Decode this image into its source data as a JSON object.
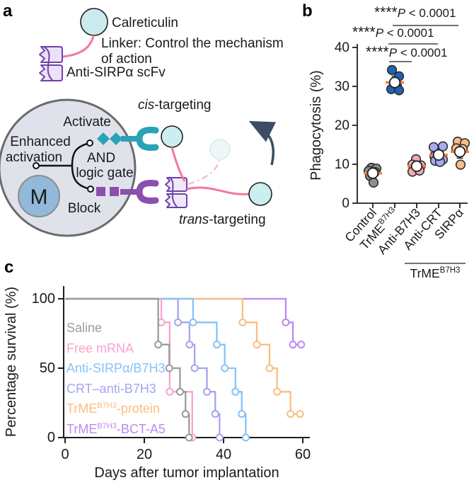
{
  "panel_a": {
    "label": "a",
    "calreticulin_label": "Calreticulin",
    "linker_line1": "Linker: Control the mechanism",
    "linker_line2": "of action",
    "scfv_label": "Anti-SIRPα scFv",
    "cis_italic": "cis",
    "cis_rest": "-targeting",
    "trans_italic": "trans",
    "trans_rest": "-targeting",
    "activate_label": "Activate",
    "block_label": "Block",
    "enhanced_line1": "Enhanced",
    "enhanced_line2": "activation",
    "and_line1": "AND",
    "and_line2": "logic gate",
    "macrophage_letter": "M",
    "colors": {
      "linker_pink": "#f4769b",
      "scfv_purple_stroke": "#7040a8",
      "scfv_purple_fill": "#eae2f7",
      "ligand_cyan": "#cdeef1",
      "cell_fill": "#dfe2eb",
      "cell_stroke": "#6b6b6b",
      "macrophage_blue": "#92b8da",
      "activate_teal": "#2fa8ba",
      "block_purple": "#9c63c2",
      "arrow_navy": "#3d4c66"
    }
  },
  "panel_b": {
    "label": "b"
  },
  "panel_c": {
    "label": "c"
  },
  "chart_data": [
    {
      "panel": "b",
      "type": "scatter",
      "title": "",
      "xlabel": "",
      "ylabel": "Phagocytosis (%)",
      "ylim": [
        0,
        40
      ],
      "yticks": [
        "0",
        "10",
        "20",
        "30",
        "40"
      ],
      "mean_line_color": "#f87d2c",
      "point_stroke": "#2b2b2b",
      "groups": [
        {
          "label": "Control",
          "label_sup": "",
          "color": "#8f8f8f",
          "points": [
            [
              -2,
              9.1
            ],
            [
              5,
              8.9
            ],
            [
              -6,
              8.3
            ],
            [
              3,
              8.0
            ],
            [
              -4,
              7.0
            ],
            [
              1,
              5.3
            ]
          ],
          "mean": 7.7
        },
        {
          "label": "TrME",
          "label_sup": "B7H3",
          "color": "#1e64b4",
          "points": [
            [
              -4,
              34.2
            ],
            [
              6,
              32.6
            ],
            [
              3,
              30.2
            ],
            [
              -5,
              29.3
            ],
            [
              6,
              29.0
            ]
          ],
          "mean": 31.0
        },
        {
          "label": "Anti-B7H3",
          "label_sup": "",
          "color": "#f2a9b6",
          "points": [
            [
              -1,
              11.3
            ],
            [
              -6,
              9.9
            ],
            [
              6,
              9.7
            ],
            [
              -6,
              8.1
            ],
            [
              4,
              8.4
            ]
          ],
          "mean": 9.5
        },
        {
          "label": "Anti-CRT",
          "label_sup": "",
          "color": "#a7aaee",
          "points": [
            [
              -7,
              14.4
            ],
            [
              6,
              14.6
            ],
            [
              -6,
              12.1
            ],
            [
              -5,
              10.9
            ],
            [
              6,
              11.2
            ],
            [
              2,
              10.6
            ]
          ],
          "mean": 12.4
        },
        {
          "label": "SIRPα",
          "label_sup": "",
          "color": "#f8bd85",
          "points": [
            [
              -3,
              15.8
            ],
            [
              7,
              15.4
            ],
            [
              -5,
              14.1
            ],
            [
              4,
              13.9
            ],
            [
              1,
              9.9
            ]
          ],
          "mean": 13.2
        }
      ],
      "significance": [
        {
          "stars": "****",
          "p": "P",
          "rest": " < 0.0001",
          "compares": [
            "TrME B7H3",
            "SIRPα"
          ]
        },
        {
          "stars": "****",
          "p": "P",
          "rest": " < 0.0001",
          "compares": [
            "TrME B7H3",
            "Anti-CRT"
          ]
        },
        {
          "stars": "****",
          "p": "P",
          "rest": " < 0.0001",
          "compares": [
            "TrME B7H3",
            "Anti-B7H3"
          ]
        }
      ],
      "bracket_label": {
        "pre": "TrME",
        "sup": "B7H3"
      }
    },
    {
      "panel": "c",
      "type": "line",
      "subtype": "kaplan-meier-survival",
      "title": "",
      "xlabel": "Days after tumor implantation",
      "ylabel": "Percentage survival (%)",
      "xlim": [
        0,
        60
      ],
      "ylim": [
        0,
        100
      ],
      "xticks": [
        "0",
        "20",
        "40",
        "60"
      ],
      "yticks": [
        "0",
        "50",
        "100"
      ],
      "legend_position": "inside upper-left",
      "series": [
        {
          "label": "Saline",
          "color": "#9b9b9b",
          "events": [
            [
              23.5,
              67
            ],
            [
              26.3,
              50
            ],
            [
              29,
              33
            ],
            [
              30.4,
              17
            ],
            [
              31.3,
              0
            ]
          ],
          "end_day": 31.3
        },
        {
          "label": "Free mRNA",
          "color": "#f8a3ce",
          "events": [
            [
              24.3,
              83
            ],
            [
              26.4,
              33
            ],
            [
              32.1,
              0
            ]
          ],
          "end_day": 32.1
        },
        {
          "label": "Anti-SIRPα/B7H3",
          "color": "#87c2f6",
          "events": [
            [
              32.3,
              83
            ],
            [
              38.3,
              67
            ],
            [
              40.3,
              50
            ],
            [
              43,
              33
            ],
            [
              44.6,
              17
            ],
            [
              45.6,
              0
            ]
          ],
          "end_day": 45.6
        },
        {
          "label": "CRT–anti-B7H3",
          "color": "#a3a5ef",
          "events": [
            [
              28.5,
              83
            ],
            [
              31.4,
              67
            ],
            [
              32.7,
              50
            ],
            [
              35.8,
              33
            ],
            [
              37.9,
              17
            ],
            [
              39,
              0
            ]
          ],
          "end_day": 39
        },
        {
          "pre": "TrME",
          "sup": "B7H3",
          "post": "-protein",
          "color": "#fbbd80",
          "events": [
            [
              44.8,
              83
            ],
            [
              48.4,
              67
            ],
            [
              51.6,
              50
            ],
            [
              53.5,
              33
            ],
            [
              56.9,
              17
            ]
          ],
          "extra_markers": [
            [
              59.3,
              17
            ]
          ],
          "end_day": 59.8
        },
        {
          "pre": "TrME",
          "sup": "B7H3",
          "post": "-BCT-A5",
          "color": "#bd89f5",
          "events": [
            [
              55.7,
              83
            ],
            [
              57.5,
              67
            ]
          ],
          "extra_markers": [
            [
              59.6,
              67
            ]
          ],
          "end_day": 59.8
        }
      ]
    }
  ]
}
